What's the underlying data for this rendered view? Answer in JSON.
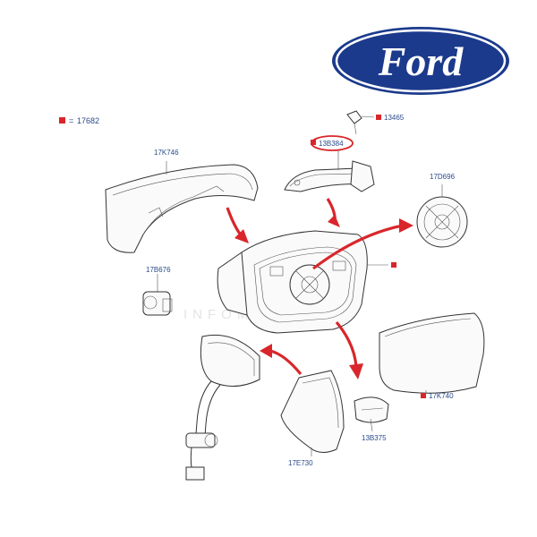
{
  "brand": {
    "logo_text": "Ford",
    "logo_color": "#1b3a8c",
    "marker_color": "#d9262b",
    "label_color": "#2a4a8a"
  },
  "watermark": "INFOMEDIA",
  "legend": {
    "marker": "=",
    "part_number": "17682"
  },
  "labels": {
    "cap": "17K746",
    "indicator": "13B384",
    "bulb": "13465",
    "actuator": "17D696",
    "motor": "17B676",
    "glass": "17K740",
    "lamp": "13B375",
    "cover": "17E730"
  },
  "icons": {
    "logo": "ford-oval-logo",
    "marker": "red-square-marker",
    "arrows": "red-curved-arrow"
  }
}
